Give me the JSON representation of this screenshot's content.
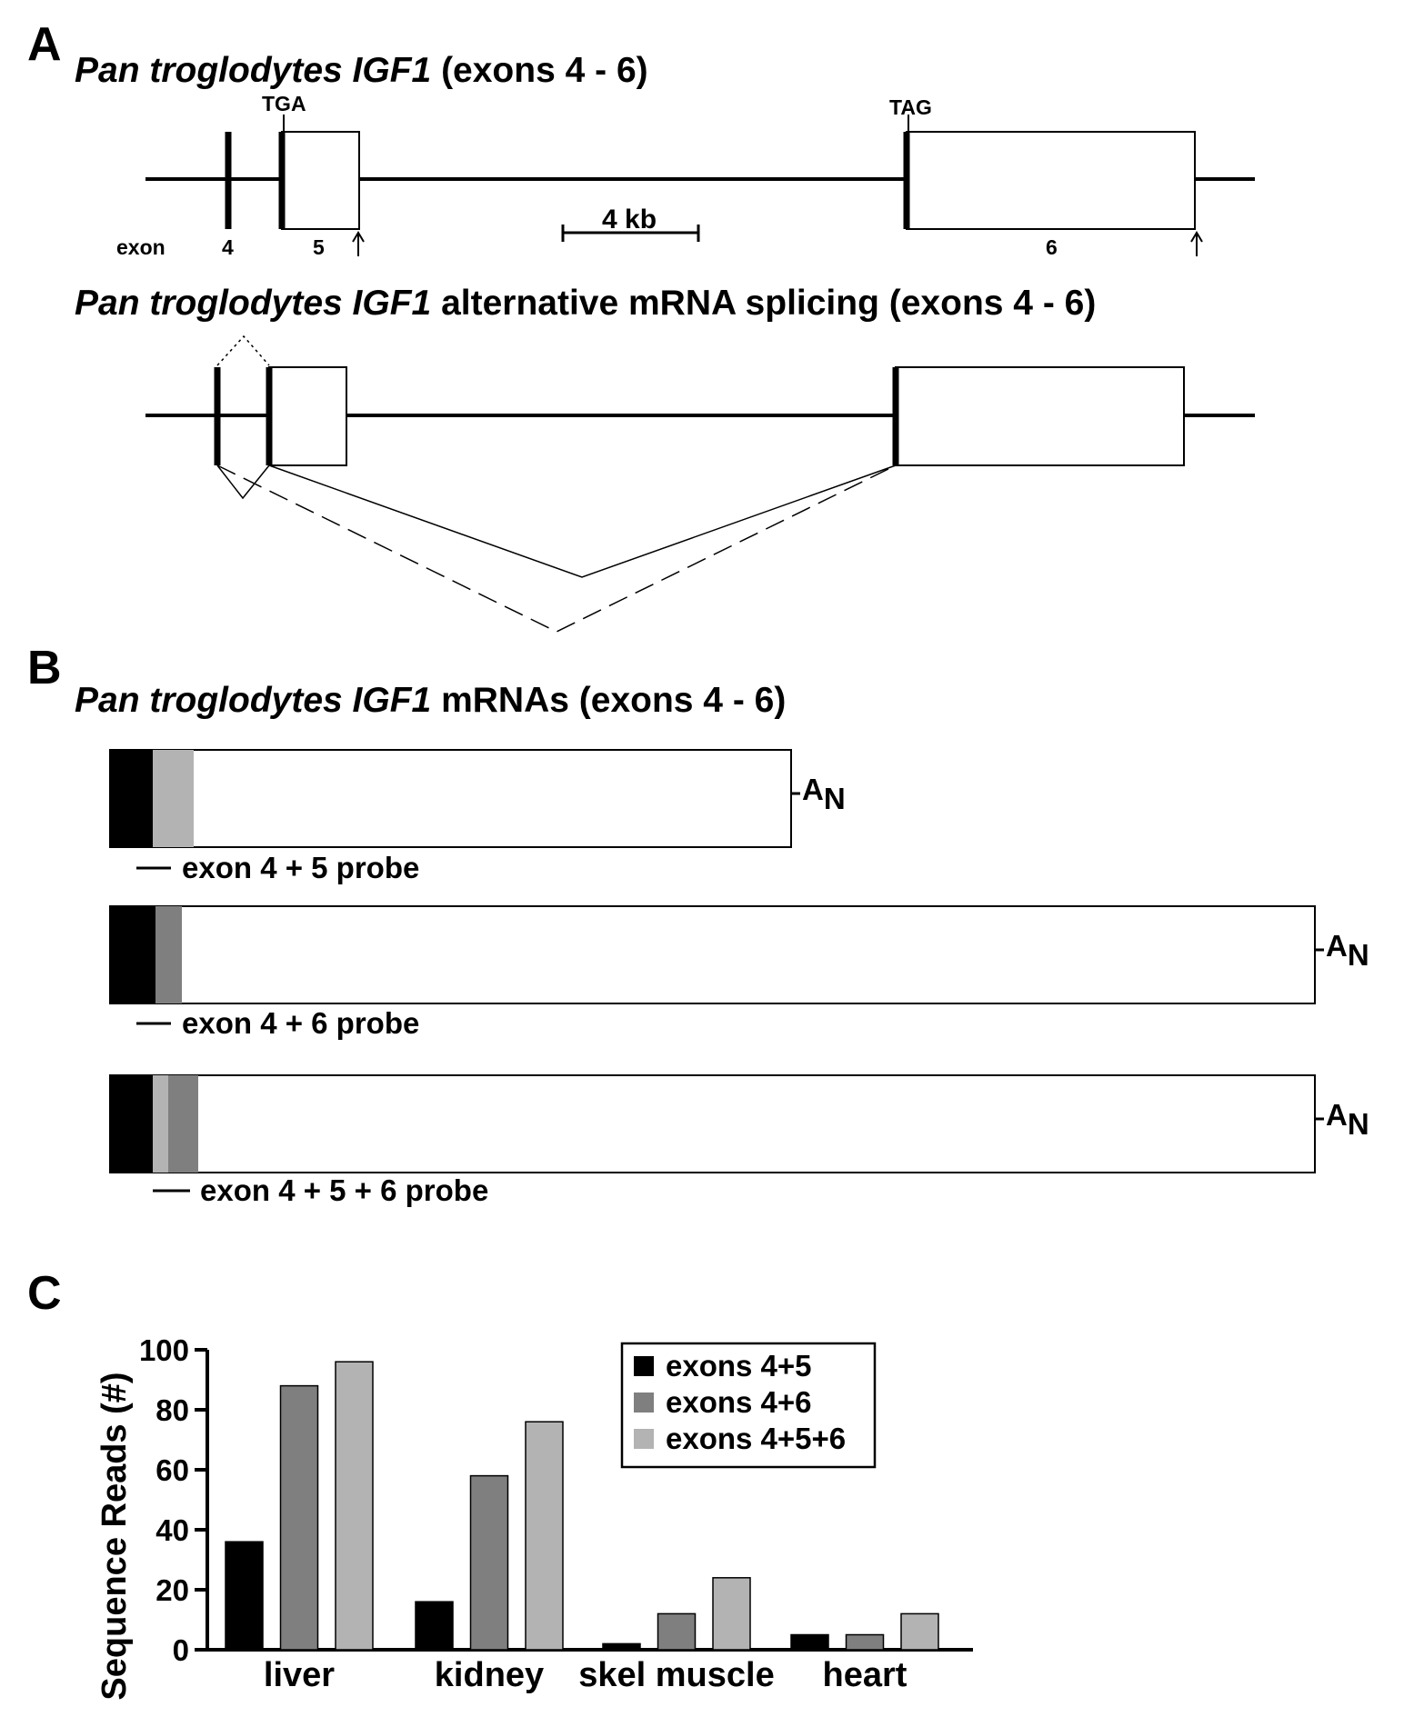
{
  "panels": {
    "a_label": "A",
    "b_label": "B",
    "c_label": "C"
  },
  "panel_a": {
    "title_italic": "Pan troglodytes IGF1",
    "title_rest": " (exons 4 - 6)",
    "tga": "TGA",
    "tag": "TAG",
    "exon_word": "exon",
    "exon4": "4",
    "exon5": "5",
    "exon6": "6",
    "scale": "4 kb",
    "splice_title_italic": "Pan troglodytes IGF1",
    "splice_title_rest": " alternative mRNA splicing (exons 4 - 6)"
  },
  "panel_b": {
    "title_italic": "Pan troglodytes IGF1",
    "title_rest": " mRNAs (exons 4 - 6)",
    "poly_a": "A",
    "poly_n": "N",
    "probe1": "exon 4 + 5 probe",
    "probe2": "exon 4 + 6 probe",
    "probe3": "exon 4 + 5 + 6 probe"
  },
  "colors": {
    "exon4": "#000000",
    "exon46": "#7f7f7f",
    "exon456": "#b3b3b3"
  },
  "chart_data": {
    "type": "bar",
    "categories": [
      "liver",
      "kidney",
      "skel muscle",
      "heart"
    ],
    "series": [
      {
        "name": "exons 4+5",
        "color": "#000000",
        "values": [
          36,
          16,
          2,
          5
        ]
      },
      {
        "name": "exons 4+6",
        "color": "#7f7f7f",
        "values": [
          88,
          58,
          12,
          5
        ]
      },
      {
        "name": "exons 4+5+6",
        "color": "#b3b3b3",
        "values": [
          96,
          76,
          24,
          12
        ]
      }
    ],
    "ylabel": "Sequence Reads (#)",
    "ylim": [
      0,
      100
    ],
    "yticks": [
      0,
      20,
      40,
      60,
      80,
      100
    ],
    "legend_position": "top-right",
    "grid": false
  }
}
